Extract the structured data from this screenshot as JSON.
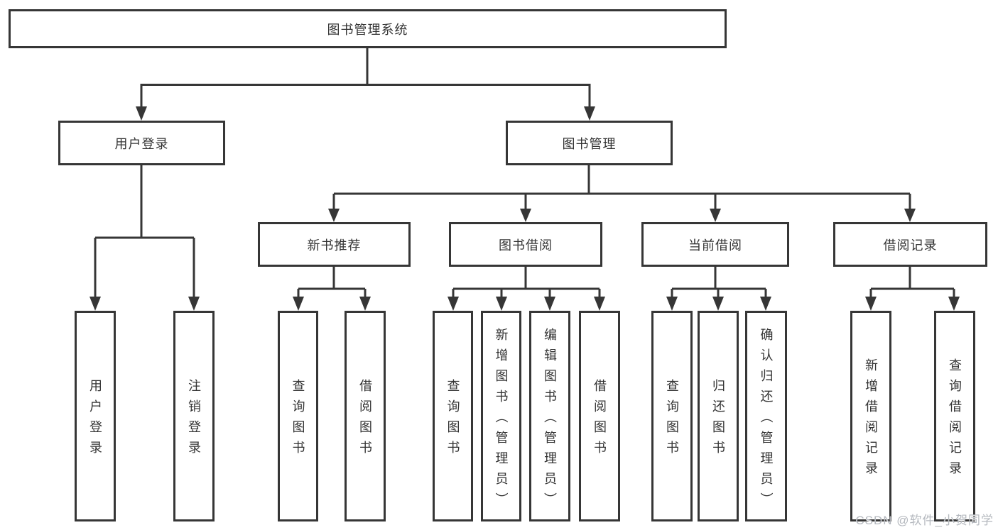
{
  "title": {
    "label": "图书管理系统"
  },
  "level2": [
    {
      "label": "用户登录"
    },
    {
      "label": "图书管理"
    }
  ],
  "level3": [
    {
      "label": "新书推荐",
      "parent": "图书管理"
    },
    {
      "label": "图书借阅",
      "parent": "图书管理"
    },
    {
      "label": "当前借阅",
      "parent": "图书管理"
    },
    {
      "label": "借阅记录",
      "parent": "图书管理"
    }
  ],
  "leaves": [
    {
      "label": "用户登录",
      "parent": "用户登录"
    },
    {
      "label": "注销登录",
      "parent": "用户登录"
    },
    {
      "label": "查询图书",
      "parent": "新书推荐"
    },
    {
      "label": "借阅图书",
      "parent": "新书推荐"
    },
    {
      "label": "查询图书",
      "parent": "图书借阅"
    },
    {
      "label": "新增图书（管理员）",
      "parent": "图书借阅"
    },
    {
      "label": "编辑图书（管理员）",
      "parent": "图书借阅"
    },
    {
      "label": "借阅图书",
      "parent": "图书借阅"
    },
    {
      "label": "查询图书",
      "parent": "当前借阅"
    },
    {
      "label": "归还图书",
      "parent": "当前借阅"
    },
    {
      "label": "确认归还（管理员）",
      "parent": "当前借阅"
    },
    {
      "label": "新增借阅记录",
      "parent": "借阅记录"
    },
    {
      "label": "查询借阅记录",
      "parent": "借阅记录"
    }
  ],
  "watermark": {
    "text": "CSDN @软件_小贺同学"
  },
  "colors": {
    "line": "#363636",
    "text": "#333333",
    "watermark": "#b4b8be",
    "background": "#ffffff"
  }
}
